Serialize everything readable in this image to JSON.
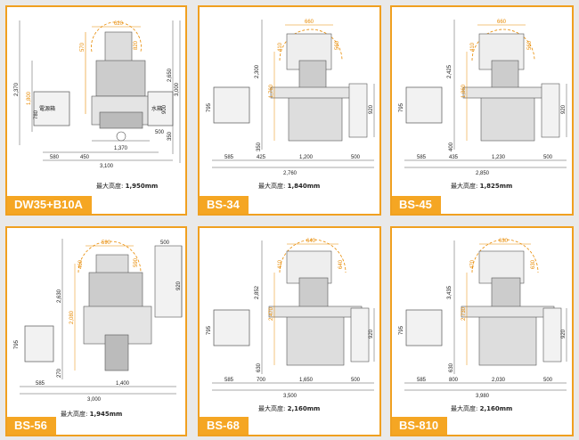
{
  "panels": [
    {
      "model": "DW35+B10A",
      "max_height_label": "最大高度:",
      "max_height_value": "1,950mm",
      "box_left_label": "電源箱",
      "box_right_label": "水箱",
      "dims": {
        "top_w": "620",
        "top_inner": "570",
        "top_h": "820",
        "left_total": "2,370",
        "left_inner": "1,800",
        "left_box": "780",
        "right_outer": "3,000",
        "right_inner": "2,650",
        "right_box": "900",
        "right_low": "350",
        "right_box_w": "500",
        "bottom_a": "580",
        "bottom_b": "450",
        "bottom_c": "1,370",
        "bottom_total": "3,100"
      }
    },
    {
      "model": "BS-34",
      "max_height_label": "最大高度:",
      "max_height_value": "1,840mm",
      "dims": {
        "top_w": "660",
        "top_l": "410",
        "top_r": "560",
        "left_total": "2,300",
        "left_inner": "1,760",
        "left_box": "795",
        "right_box": "920",
        "low": "350",
        "bottom_a": "585",
        "bottom_b": "425",
        "bottom_c": "1,200",
        "bottom_d": "500",
        "bottom_total": "2,760"
      }
    },
    {
      "model": "BS-45",
      "max_height_label": "最大高度:",
      "max_height_value": "1,825mm",
      "dims": {
        "top_w": "660",
        "top_l": "410",
        "top_r": "560",
        "left_total": "2,425",
        "left_inner": "1,860",
        "left_box": "795",
        "right_box": "920",
        "low": "400",
        "bottom_a": "585",
        "bottom_b": "435",
        "bottom_c": "1,230",
        "bottom_d": "500",
        "bottom_total": "2,850"
      }
    },
    {
      "model": "BS-56",
      "max_height_label": "最大高度:",
      "max_height_value": "1,945mm",
      "dims": {
        "top_w": "590",
        "top_l": "460",
        "top_r": "590",
        "left_total": "2,630",
        "left_inner": "2,080",
        "left_box": "795",
        "right_box": "920",
        "right_box_w": "500",
        "low": "270",
        "bottom_a": "585",
        "bottom_b": "1,400",
        "bottom_total": "3,000"
      }
    },
    {
      "model": "BS-68",
      "max_height_label": "最大高度:",
      "max_height_value": "2,160mm",
      "dims": {
        "top_w": "640",
        "top_l": "410",
        "top_r": "640",
        "left_total": "2,852",
        "left_inner": "2,470",
        "left_box": "795",
        "right_box": "920",
        "low": "630",
        "bottom_a": "585",
        "bottom_b": "700",
        "bottom_c": "1,650",
        "bottom_d": "500",
        "bottom_total": "3,500"
      }
    },
    {
      "model": "BS-810",
      "max_height_label": "最大高度:",
      "max_height_value": "2,160mm",
      "dims": {
        "top_w": "630",
        "top_l": "470",
        "top_r": "630",
        "left_total": "3,435",
        "left_inner": "2,730",
        "left_box": "795",
        "right_box": "920",
        "low": "630",
        "bottom_a": "585",
        "bottom_b": "800",
        "bottom_c": "2,030",
        "bottom_d": "500",
        "bottom_total": "3,980"
      }
    }
  ],
  "colors": {
    "accent": "#f5a623",
    "dim_orange": "#e88a00",
    "line": "#555555"
  }
}
